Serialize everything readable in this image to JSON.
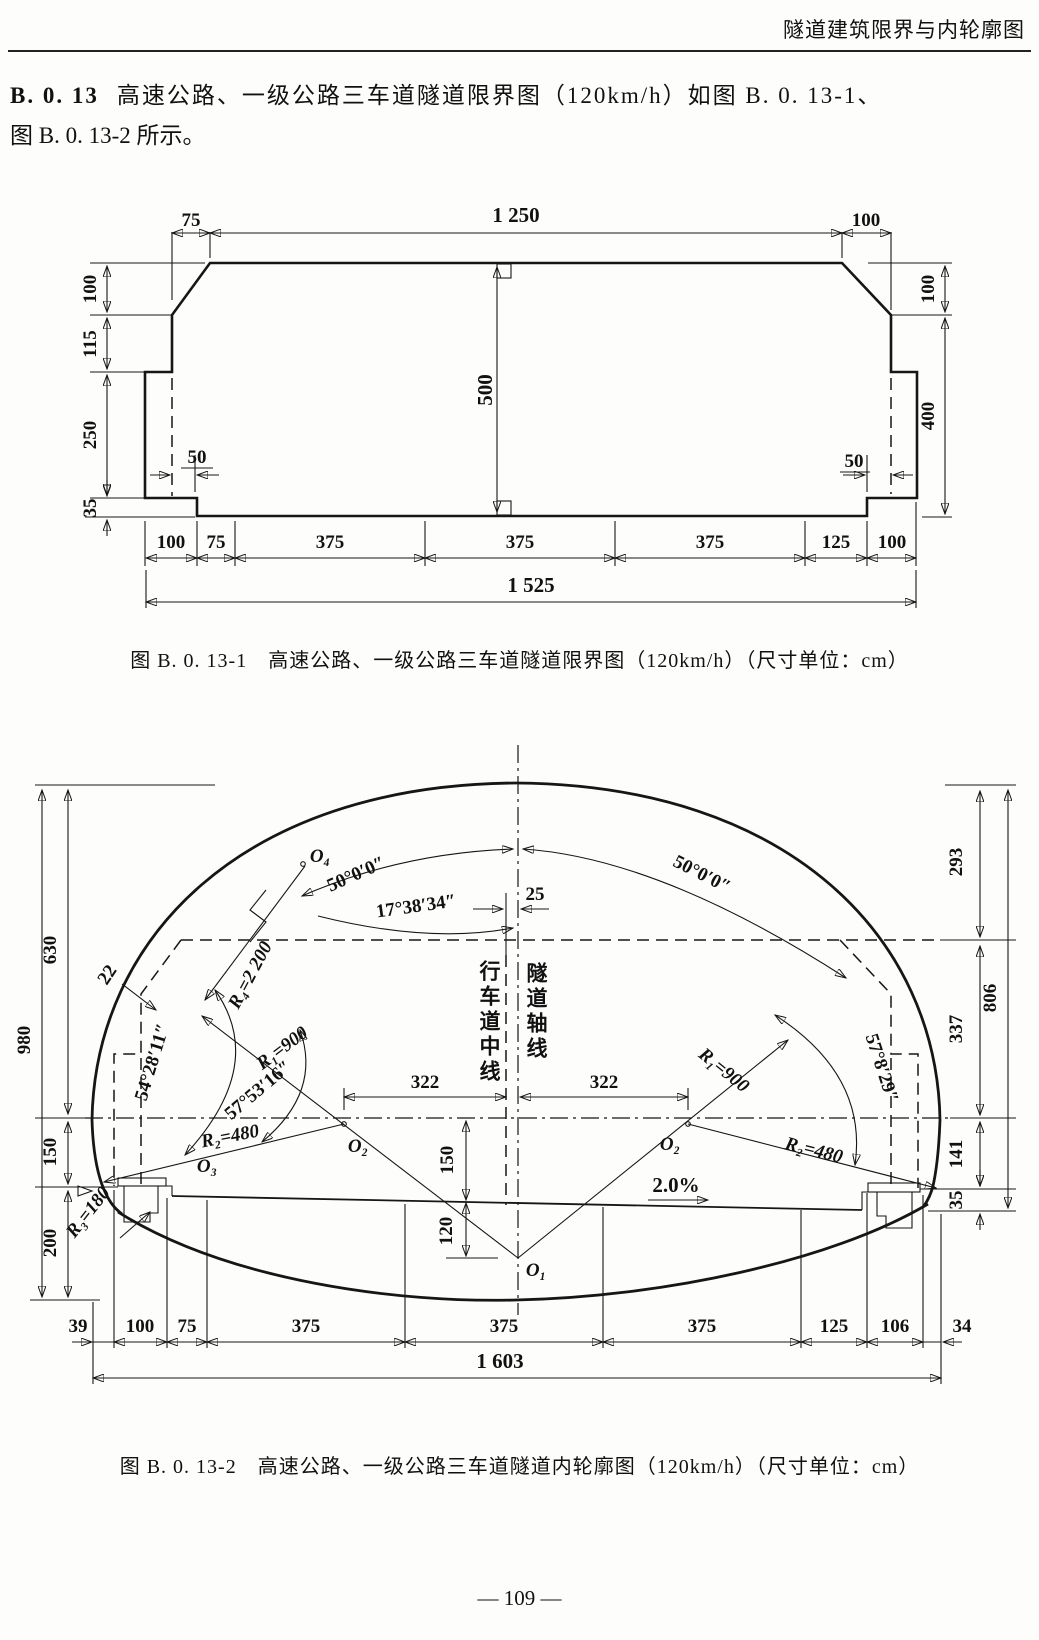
{
  "page": {
    "header_title": "隧道建筑限界与内轮廓图",
    "footer": "— 109 —"
  },
  "body": {
    "clause": "B. 0. 13",
    "line1": "高速公路、一级公路三车道隧道限界图（120km/h）如图 B. 0. 13-1、",
    "line2": "图 B. 0. 13-2 所示。"
  },
  "fig1": {
    "caption": "图 B. 0. 13-1　高速公路、一级公路三车道隧道限界图（120km/h）（尺寸单位：cm）",
    "dims": {
      "top75": "75",
      "top1250": "1 250",
      "top100": "100",
      "left100": "100",
      "left115": "115",
      "left250": "250",
      "left35": "35",
      "height500": "500",
      "gap50l": "50",
      "gap50r": "50",
      "right100": "100",
      "right400": "400",
      "bottom": [
        "100",
        "75",
        "375",
        "375",
        "375",
        "125",
        "100"
      ],
      "total": "1 525"
    }
  },
  "fig2": {
    "caption": "图 B. 0. 13-2　高速公路、一级公路三车道隧道内轮廓图（120km/h）（尺寸单位：cm）",
    "labels": {
      "angle50l": "50°0′0″",
      "angle50r": "50°0′0″",
      "angle17": "17°38′34″",
      "angle54": "54°28′11″",
      "angle57l": "57°53′16″",
      "angle57r": "57°8′29″",
      "r4": "R₄=2 200",
      "r1l": "R₁=900",
      "r1r": "R₁=900",
      "r2l": "R₂=480",
      "r2r": "R₂=480",
      "r3": "R₃=180",
      "o1": "O₁",
      "o2l": "O₂",
      "o2r": "O₂",
      "o3": "O₃",
      "o4": "O₄",
      "lane_axis": "行车道中线",
      "tunnel_axis": "隧道轴线",
      "slope": "2.0%"
    },
    "dims": {
      "d25": "25",
      "d22": "22",
      "d322l": "322",
      "d322r": "322",
      "d150c": "150",
      "d120": "120",
      "left980": "980",
      "left630": "630",
      "left150": "150",
      "left200": "200",
      "right293": "293",
      "right337": "337",
      "right141": "141",
      "right35": "35",
      "right806": "806",
      "bottom": [
        "39",
        "100",
        "75",
        "375",
        "375",
        "375",
        "125",
        "106",
        "34"
      ],
      "total": "1 603"
    }
  }
}
